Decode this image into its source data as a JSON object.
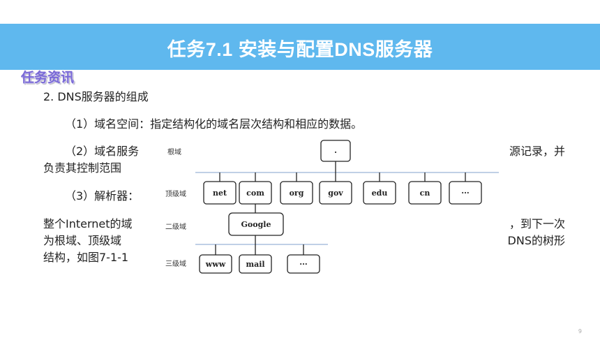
{
  "header": {
    "title": "任务7.1 安装与配置DNS服务器"
  },
  "section_label": "任务资讯",
  "content": {
    "heading": "2. DNS服务器的组成",
    "item1": "（1）域名空间：指定结构化的域名层次结构和相应的数据。",
    "item2_left": "（2）域名服务",
    "item2_right": "源记录，并",
    "item2_line2": "负责其控制范围",
    "item3": "（3）解析器：",
    "para_line1_left": "整个Internet的域",
    "para_line1_right": "，到下一次",
    "para_line2_left": "为根域、顶级域",
    "para_line2_right": "DNS的树形",
    "para_line3": "结构，如图7-1-1"
  },
  "figure": {
    "levels": {
      "root": "根域",
      "top": "顶级域",
      "second": "二级域",
      "third": "三级域"
    },
    "root_node": ".",
    "top_nodes": [
      "net",
      "com",
      "org",
      "gov",
      "edu",
      "cn",
      "···"
    ],
    "second_node": "Google",
    "third_nodes": [
      "www",
      "mail",
      "···"
    ]
  },
  "page_number": "9"
}
